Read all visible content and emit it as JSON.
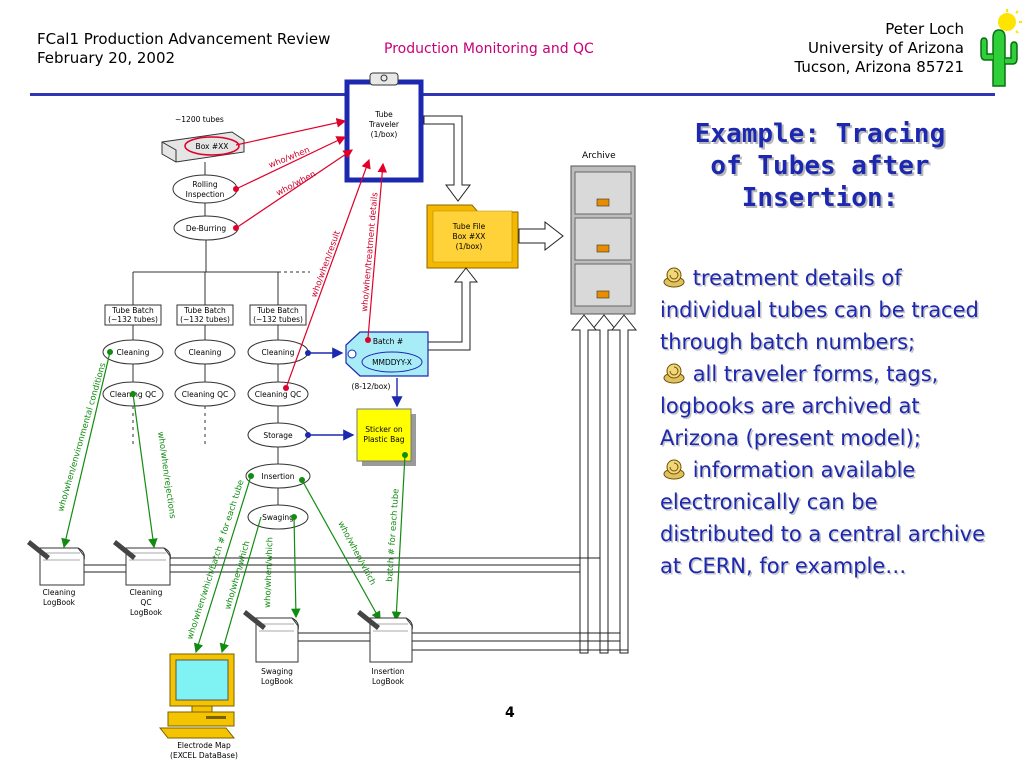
{
  "header": {
    "left_line1": "FCal1 Production Advancement Review",
    "left_line2": "February 20, 2002",
    "center": "Production Monitoring and QC",
    "right_line1": "Peter Loch",
    "right_line2": "University of Arizona",
    "right_line3": "Tucson, Arizona 85721",
    "logo_icon": "cactus-icon"
  },
  "diagram": {
    "tubes_count": "~1200 tubes",
    "box": "Box #XX",
    "rolling_l1": "Rolling",
    "rolling_l2": "Inspection",
    "deburring": "De-Burring",
    "traveler_l1": "Tube",
    "traveler_l2": "Traveler",
    "traveler_l3": "(1/box)",
    "who_when_1": "who/when",
    "who_when_2": "who/when",
    "who_when_result": "who/when/result",
    "who_when_treatment": "who/when/treatment   details",
    "tube_file_l1": "Tube File",
    "tube_file_l2": "Box #XX",
    "tube_file_l3": "(1/box)",
    "archive": "Archive",
    "batch_l1": "Tube Batch",
    "batch_l2": "(~132 tubes)",
    "cleaning": "Cleaning",
    "cleaning_qc": "Cleaning QC",
    "storage": "Storage",
    "insertion": "Insertion",
    "swaging": "Swaging",
    "batch_tag": "Batch #",
    "batch_code": "MMDDYY-X",
    "batch_count": "(8-12/box)",
    "sticker_l1": "Sticker on",
    "sticker_l2": "Plastic Bag",
    "env_conditions": "who/when/environmental   conditions",
    "rejections": "who/when/rejections",
    "batch_each_tube_1": "who/when/which/batch #  for  each  tube",
    "who_when_which_1": "who/when/which",
    "who_when_which_2": "who/when/which",
    "who_when_which_3": "who/when/which",
    "batch_each_tube_2": "batch #  for each tube",
    "cleaning_logbook_l1": "Cleaning",
    "cleaning_logbook_l2": "LogBook",
    "cqc_logbook_l1": "Cleaning",
    "cqc_logbook_l2": "QC",
    "cqc_logbook_l3": "LogBook",
    "swaging_logbook_l1": "Swaging",
    "swaging_logbook_l2": "LogBook",
    "insertion_logbook_l1": "Insertion",
    "insertion_logbook_l2": "LogBook",
    "electrode_l1": "Electrode Map",
    "electrode_l2": "(EXCEL DataBase)"
  },
  "title": {
    "line1": "Example: Tracing",
    "line2": "of Tubes after",
    "line3": "Insertion:"
  },
  "bullets": [
    {
      "icon": "snail-icon",
      "text": "treatment details of individual tubes can be traced through batch numbers;"
    },
    {
      "icon": "snail-icon",
      "text": "all traveler forms, tags, logbooks are archived at Arizona (present model);"
    },
    {
      "icon": "snail-icon",
      "text": "information available electronically can be distributed to a central archive at CERN, for example…"
    }
  ],
  "page_number": "4",
  "colors": {
    "accent_blue": "#1d28b0",
    "header_magenta": "#c80078",
    "red_arrow": "#e0002a",
    "green_arrow": "#118c11",
    "sticker_yellow": "#ffff00",
    "tag_cyan": "#a8ecf8"
  }
}
